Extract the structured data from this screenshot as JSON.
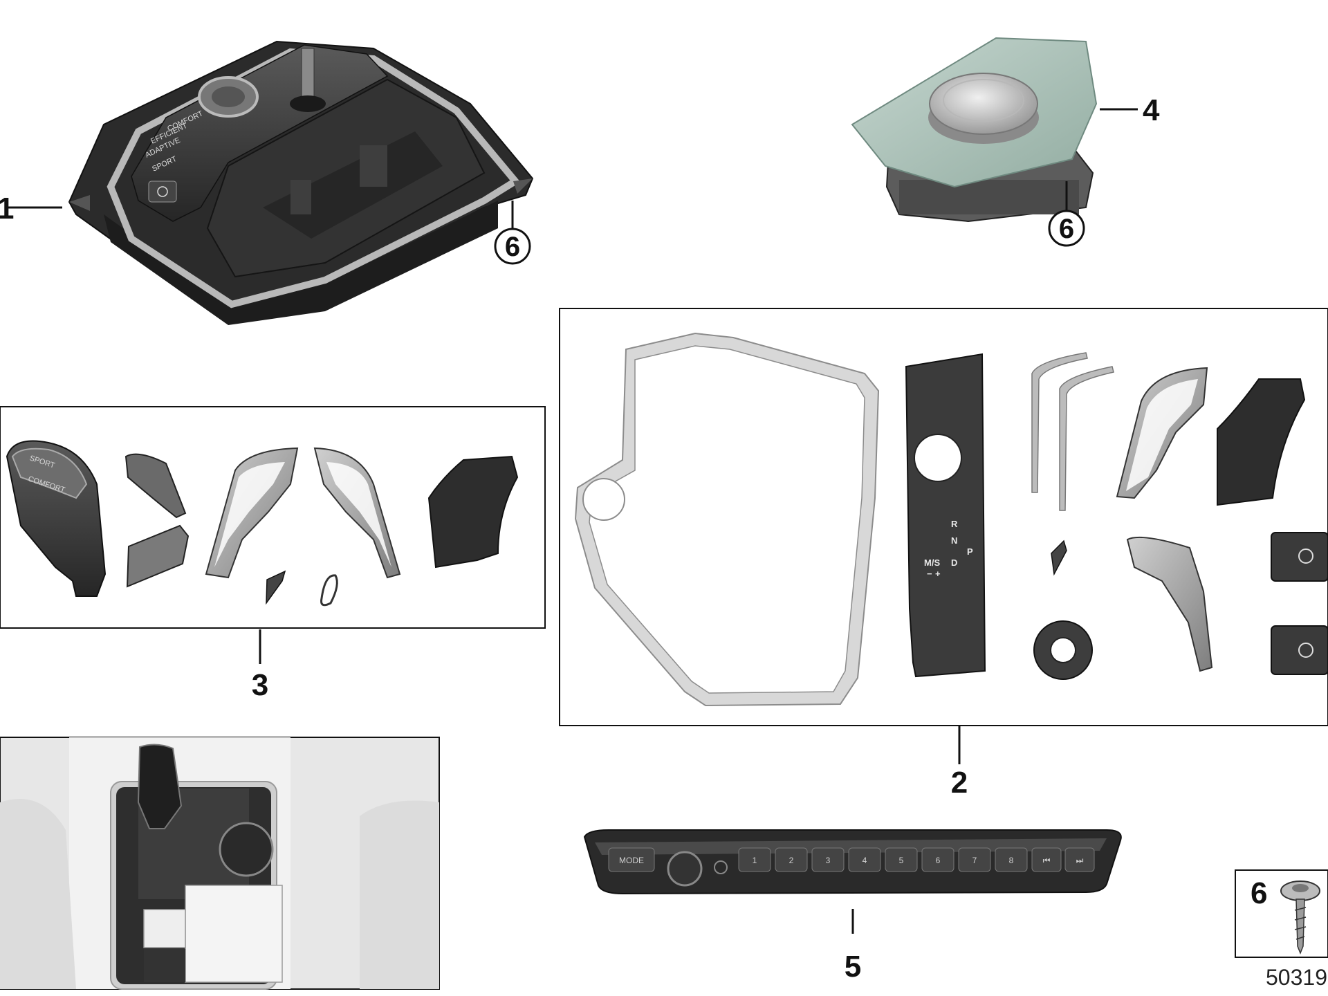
{
  "callouts": {
    "c1": "1",
    "c2": "2",
    "c3": "3",
    "c4": "4",
    "c5": "5",
    "c6a": "6",
    "c6b": "6",
    "c6_legend": "6"
  },
  "catalog_number": "50319",
  "gear_indicator": {
    "r": "R",
    "n": "N",
    "p": "P",
    "ms": "M/S",
    "d": "D",
    "plus": "+",
    "minus": "−"
  },
  "radio_panel": {
    "mode_label": "MODE",
    "preset_keys": [
      "1",
      "2",
      "3",
      "4",
      "5",
      "6",
      "7",
      "8"
    ],
    "prev_label": "⏮",
    "next_label": "⏭"
  },
  "colors": {
    "line": "#111111",
    "dark_part": "#3a3a3a",
    "mid_grey": "#8c8c8c",
    "light_grey": "#c8c8c8",
    "controller_green": "#a9c1b7",
    "interior_bg": "#e6e6e6"
  }
}
